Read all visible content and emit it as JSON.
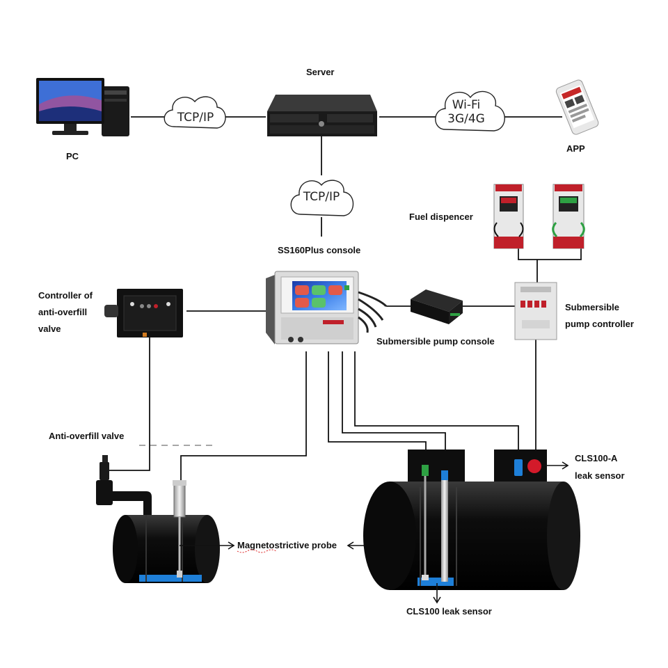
{
  "labels": {
    "server": "Server",
    "pc": "PC",
    "app": "APP",
    "console": "SS160Plus console",
    "fuel_dispenser": "Fuel dispencer",
    "overfill_controller_l1": "Controller of",
    "overfill_controller_l2": "anti-overfill",
    "overfill_controller_l3": "valve",
    "sp_controller_l1": "Submersible",
    "sp_controller_l2": "pump controller",
    "sp_console": "Submersible pump console",
    "anti_overfill_valve": "Anti-overfill valve",
    "mag_probe": "Magnetostrictive probe",
    "cls100a_l1": "CLS100-A",
    "cls100a_l2": "leak sensor",
    "cls100": "CLS100 leak sensor"
  },
  "clouds": {
    "tcpip_left": "TCP/IP",
    "tcpip_center": "TCP/IP",
    "wifi_l1": "Wi-Fi",
    "wifi_l2": "3G/4G"
  },
  "colors": {
    "line": "#111111",
    "tank": "#0b0b0b",
    "liquid": "#1e7fd8",
    "screen": "#2a5fd0",
    "dispenser_red": "#c0202a"
  }
}
